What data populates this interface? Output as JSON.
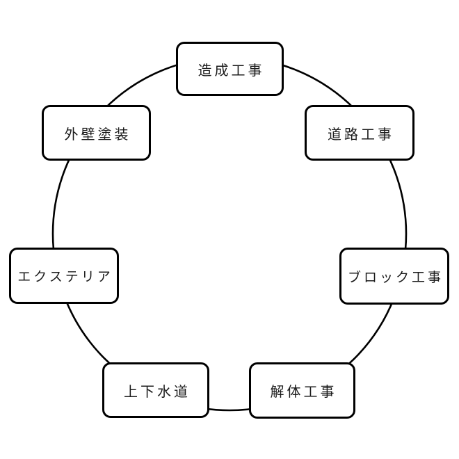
{
  "diagram": {
    "type": "cycle",
    "nodes": [
      {
        "position": "top",
        "label": "造成工事"
      },
      {
        "position": "top-right",
        "label": "道路工事"
      },
      {
        "position": "right",
        "label": "ブロック工事"
      },
      {
        "position": "bottom-right",
        "label": "解体工事"
      },
      {
        "position": "bottom-left",
        "label": "上下水道"
      },
      {
        "position": "left",
        "label": "エクステリア"
      },
      {
        "position": "top-left",
        "label": "外壁塗装"
      }
    ],
    "colors": {
      "circle_stroke": "#000000",
      "box_border": "#000000",
      "box_fill": "#ffffff",
      "text": "#1c1c1c",
      "background": "#ffffff"
    }
  }
}
